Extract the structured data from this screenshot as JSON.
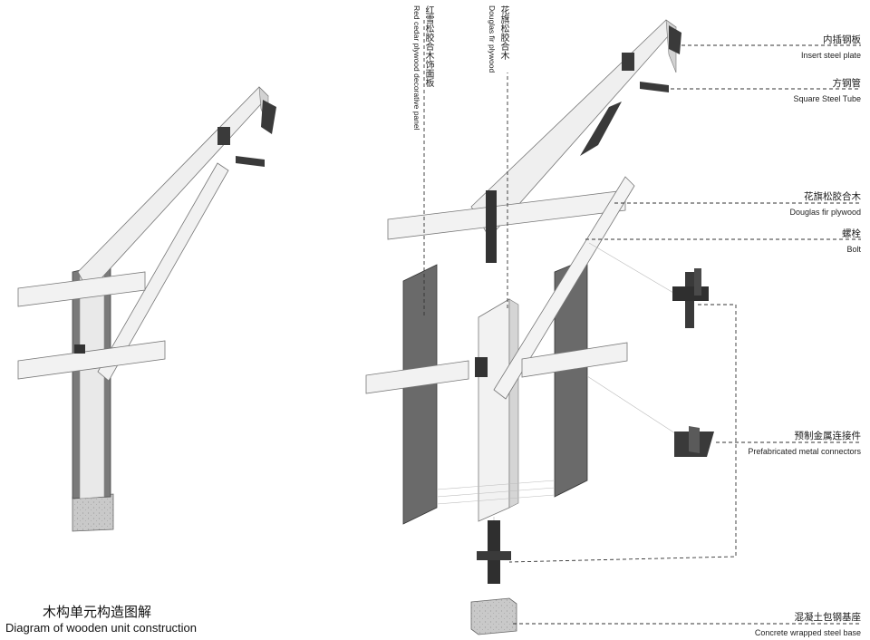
{
  "caption": {
    "title_cn": "木构单元构造图解",
    "title_en": "Diagram of wooden unit construction"
  },
  "callouts": [
    {
      "id": "insert-steel-plate",
      "cn": "内插钢板",
      "en": "Insert steel plate"
    },
    {
      "id": "square-steel-tube",
      "cn": "方钢管",
      "en": "Square Steel Tube"
    },
    {
      "id": "douglas-fir-plywood",
      "cn": "花旗松胶合木",
      "en": "Douglas fir plywood"
    },
    {
      "id": "bolt",
      "cn": "螺栓",
      "en": "Bolt"
    },
    {
      "id": "prefab-metal-connectors",
      "cn": "预制金属连接件",
      "en": "Prefabricated metal connectors"
    },
    {
      "id": "concrete-steel-base",
      "cn": "混凝土包钢基座",
      "en": "Concrete wrapped steel base"
    }
  ],
  "vertical_callouts": [
    {
      "id": "red-cedar-panel",
      "cn": "红雪松胶合木饰面板",
      "en": "Red cedar plywood decorative panel"
    },
    {
      "id": "douglas-fir-vertical",
      "cn": "花旗松胶合木",
      "en": "Douglas fir plywood"
    }
  ],
  "colors": {
    "wood_light": "#efefef",
    "wood_side": "#d4d4d4",
    "panel_dark": "#6b6b6b",
    "steel": "#3a3a3a",
    "concrete": "#c8c8c8"
  }
}
